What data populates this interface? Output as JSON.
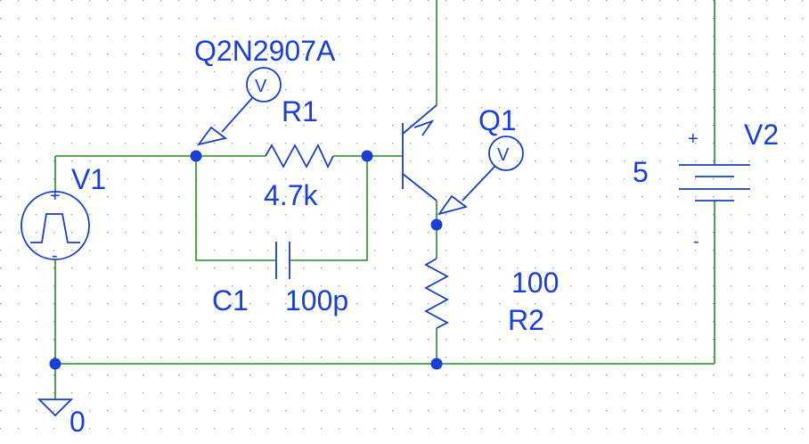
{
  "labels": {
    "probe_part": "Q2N2907A",
    "r1_name": "R1",
    "r1_value": "4.7k",
    "q1_name": "Q1",
    "v1_name": "V1",
    "v2_name": "V2",
    "v2_value": "5",
    "c1_name": "C1",
    "c1_value": "100p",
    "r2_value": "100",
    "r2_name": "R2",
    "ground": "0",
    "probe_symbol": "V",
    "plus": "+",
    "minus": "-"
  },
  "colors": {
    "wire": "#2a8a2a",
    "component": "#1a3fbf",
    "text": "#1a3fd6",
    "background": "#ffffff"
  }
}
